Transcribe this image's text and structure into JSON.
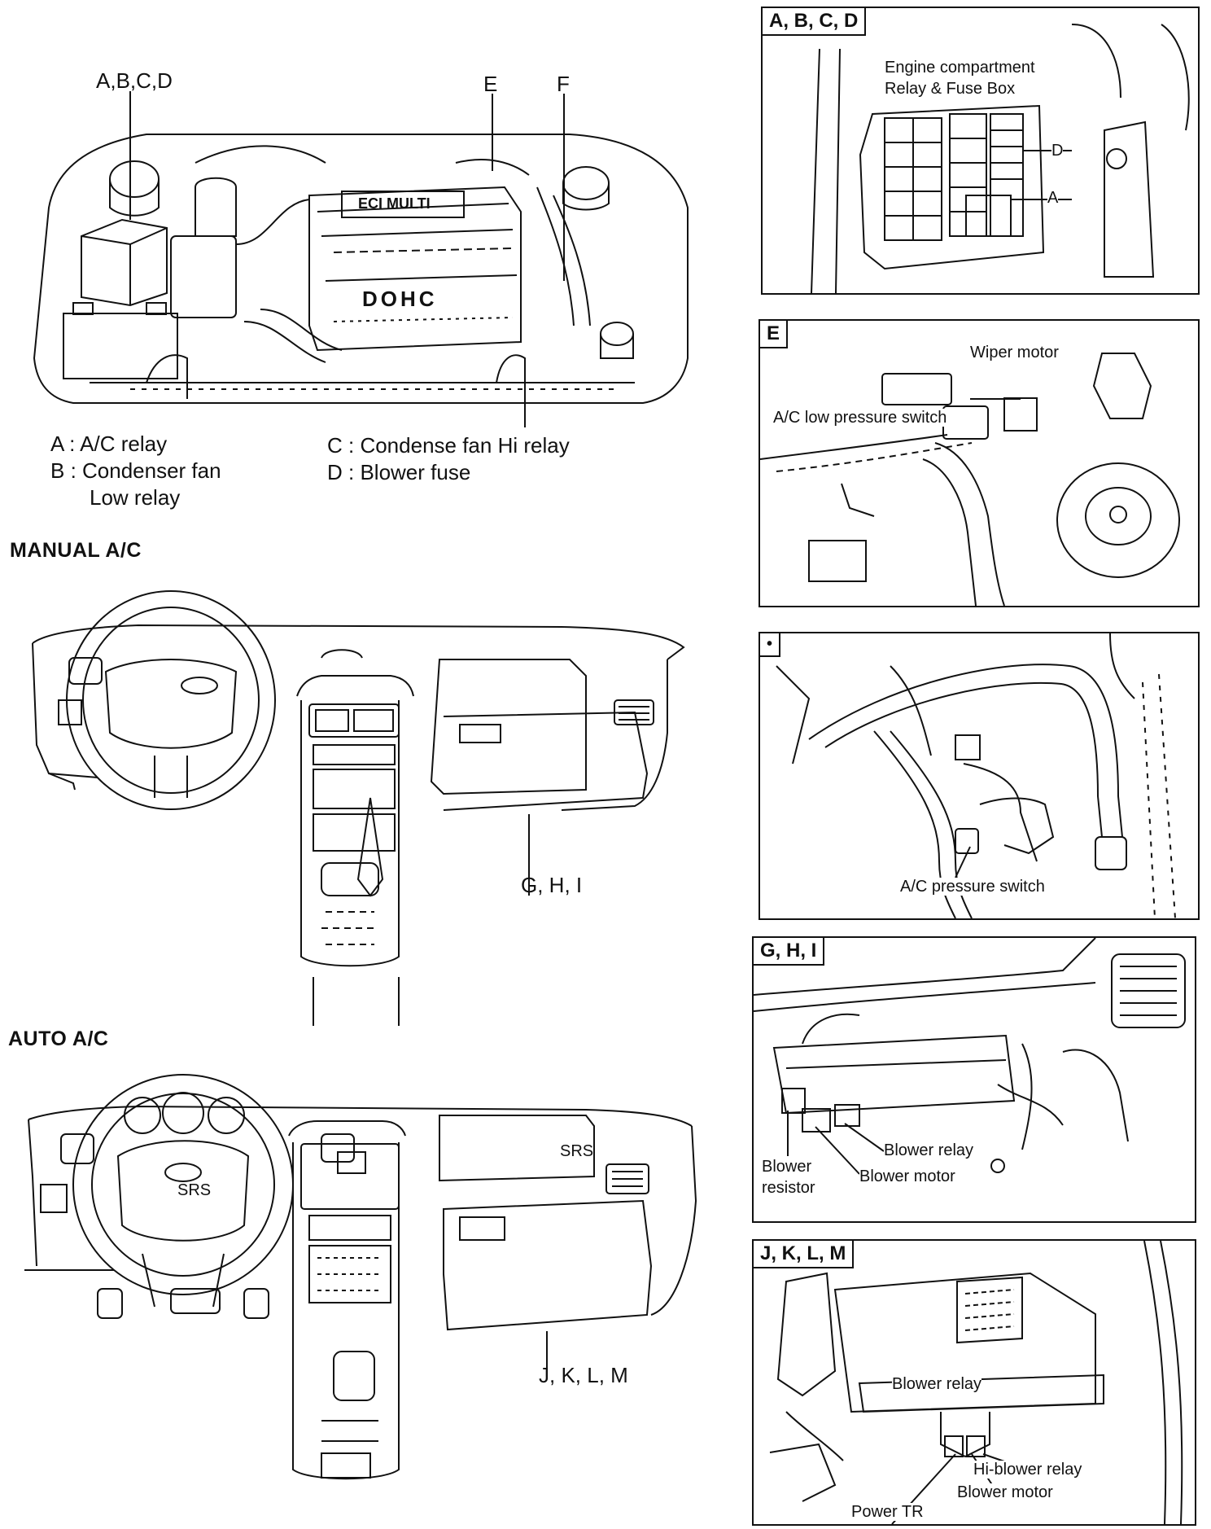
{
  "engine_bay": {
    "callout_abcd": "A,B,C,D",
    "callout_e": "E",
    "callout_f": "F",
    "engine_text_1": "ECI MULTI",
    "engine_text_2": "DOHC",
    "legend": {
      "a": "A : A/C relay",
      "b": "B : Condenser fan",
      "b2": "Low relay",
      "c": "C : Condense fan Hi relay",
      "d": "D : Blower fuse"
    }
  },
  "manual_ac": {
    "heading": "MANUAL A/C",
    "callout": "G, H, I"
  },
  "auto_ac": {
    "heading": "AUTO A/C",
    "callout": "J, K, L, M",
    "srs_1": "SRS",
    "srs_2": "SRS"
  },
  "panels": {
    "abcd": {
      "tag": "A, B, C, D",
      "label_box_1": "Engine compartment",
      "label_box_2": "Relay & Fuse Box",
      "label_d": "D",
      "label_a": "A"
    },
    "e": {
      "tag": "E",
      "label_wiper": "Wiper motor",
      "label_switch": "A/C low pressure switch"
    },
    "f": {
      "tag": "•",
      "label_switch": "A/C pressure switch"
    },
    "ghi": {
      "tag": "G, H, I",
      "label_relay": "Blower relay",
      "label_resistor_1": "Blower",
      "label_resistor_2": "resistor",
      "label_motor": "Blower motor"
    },
    "jklm": {
      "tag": "J, K, L, M",
      "label_relay": "Blower relay",
      "label_hi": "Hi-blower relay",
      "label_motor": "Blower motor",
      "label_tr": "Power TR"
    }
  }
}
